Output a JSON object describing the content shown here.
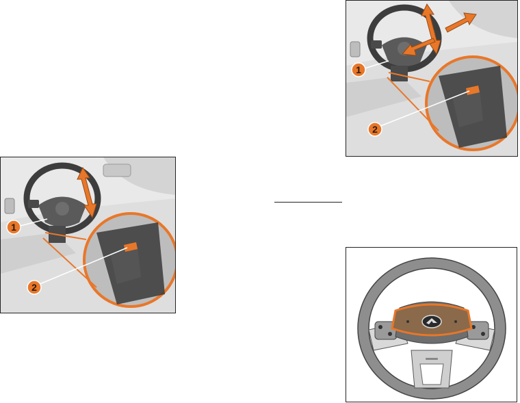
{
  "figures": {
    "left_adjust": {
      "callouts": [
        "1",
        "2"
      ]
    },
    "top_adjust": {
      "callouts": [
        "1",
        "2"
      ]
    },
    "steering_wheel": {}
  },
  "colors": {
    "accent": "#e8772a",
    "callout_fill": "#e8772a",
    "frame": "#222222"
  }
}
